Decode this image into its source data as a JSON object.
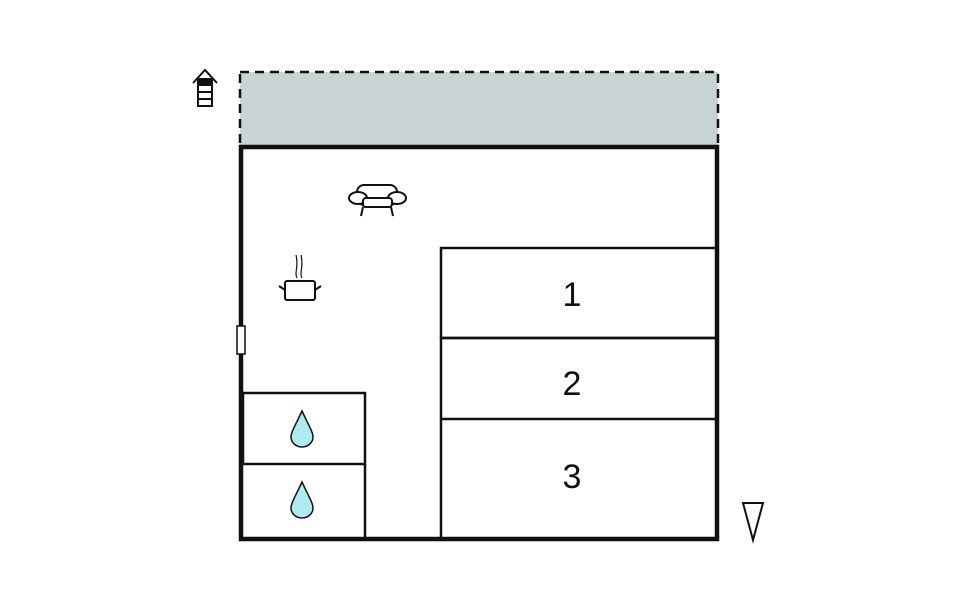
{
  "colors": {
    "terrace_fill": "#c8d3d3",
    "wall": "#111111",
    "water_drop": "#aeeaf0"
  },
  "rooms": [
    {
      "label": "1"
    },
    {
      "label": "2"
    },
    {
      "label": "3"
    }
  ],
  "icons": [
    "stairs-up-icon",
    "sofa-icon",
    "cooking-pot-icon",
    "water-drop-icon",
    "water-drop-icon",
    "north-arrow-icon",
    "window-icon"
  ]
}
